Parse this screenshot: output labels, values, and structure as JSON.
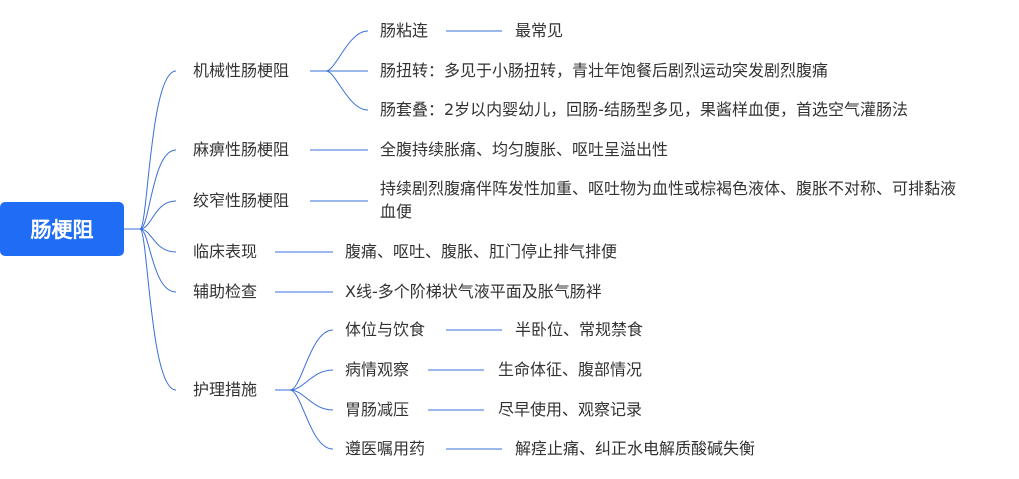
{
  "root": "肠梗阻",
  "branches": {
    "mechanical": {
      "label": "机械性肠梗阻",
      "children": [
        {
          "label": "肠粘连",
          "detail": "最常见"
        },
        {
          "label": "肠扭转：多见于小肠扭转，青壮年饱餐后剧烈运动突发剧烈腹痛"
        },
        {
          "label": "肠套叠：2岁以内婴幼儿，回肠-结肠型多见，果酱样血便，首选空气灌肠法"
        }
      ]
    },
    "paralytic": {
      "label": "麻痹性肠梗阻",
      "detail": "全腹持续胀痛、均匀腹胀、呕吐呈溢出性"
    },
    "strangulated": {
      "label": "绞窄性肠梗阻",
      "detail_line1": "持续剧烈腹痛伴阵发性加重、呕吐物为血性或棕褐色液体、腹胀不对称、可排黏液",
      "detail_line2": "血便"
    },
    "clinical": {
      "label": "临床表现",
      "detail": "腹痛、呕吐、腹胀、肛门停止排气排便"
    },
    "exam": {
      "label": "辅助检查",
      "detail": "X线-多个阶梯状气液平面及胀气肠袢"
    },
    "nursing": {
      "label": "护理措施",
      "children": [
        {
          "label": "体位与饮食",
          "detail": "半卧位、常规禁食"
        },
        {
          "label": "病情观察",
          "detail": "生命体征、腹部情况"
        },
        {
          "label": "胃肠减压",
          "detail": "尽早使用、观察记录"
        },
        {
          "label": "遵医嘱用药",
          "detail": "解痉止痛、纠正水电解质酸碱失衡"
        }
      ]
    }
  },
  "colors": {
    "accent": "#1f6cf5",
    "line": "#3a6fd8",
    "text": "#333333"
  }
}
